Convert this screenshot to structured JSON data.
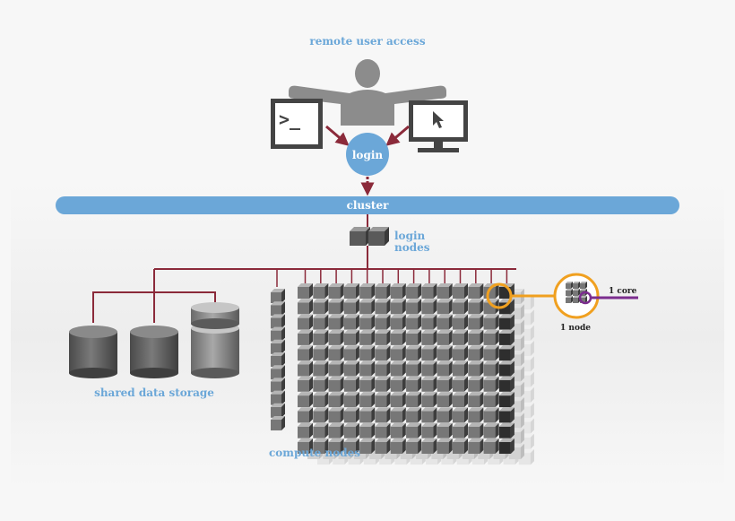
{
  "labels": {
    "remote_user_access": "remote user access",
    "login": "login",
    "cluster": "cluster",
    "login_nodes_line1": "login",
    "login_nodes_line2": "nodes",
    "shared_data_storage": "shared data storage",
    "compute_nodes": "compute nodes",
    "one_core": "1 core",
    "one_node": "1 node",
    "terminal_prompt": ">_"
  },
  "compute_grid": {
    "columns": 14,
    "rows": 11,
    "left_column_nodes": 11,
    "back_layers": 2
  },
  "core_grid": {
    "columns": 3,
    "rows": 3
  },
  "colors": {
    "accent_blue": "#6ba7d8",
    "wire_maroon": "#8b2a3a",
    "highlight_orange": "#f0a020",
    "core_purple": "#7b2d8e",
    "node_gray": "#777777"
  },
  "icons": [
    "user-icon",
    "terminal-monitor-icon",
    "gui-monitor-icon",
    "cursor-icon",
    "storage-cylinder-icon"
  ]
}
